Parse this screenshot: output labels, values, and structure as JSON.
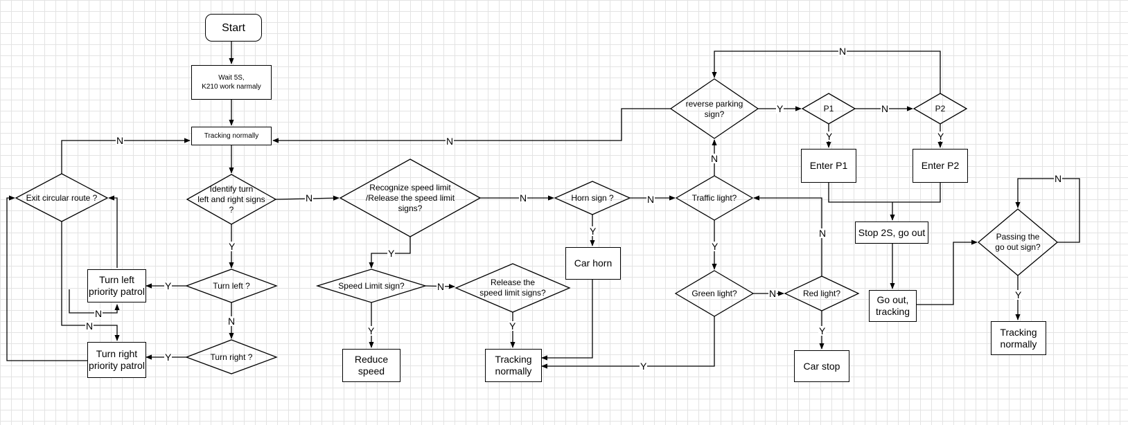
{
  "nodes": {
    "start": "Start",
    "wait": "Wait 5S,\nK210 work narmaly",
    "tracking_main": "Tracking normally",
    "identify_turn": "Identify turn\nleft and right signs\n?",
    "exit_circular": "Exit circular route ?",
    "turn_left_q": "Turn left ?",
    "turn_right_q": "Turn right ?",
    "turn_left_patrol": "Turn left\npriority patrol",
    "turn_right_patrol": "Turn right\npriority patrol",
    "recognize_speed": "Recognize speed limit\n/Release the speed limit\nsigns?",
    "speed_limit_q": "Speed Limit sign?",
    "release_speed_q": "Release the\nspeed limit signs?",
    "reduce_speed": "Reduce\nspeed",
    "tracking_center": "Tracking\nnormally",
    "horn_q": "Horn sign ?",
    "car_horn": "Car horn",
    "traffic_q": "Traffic light?",
    "green_q": "Green light?",
    "red_q": "Red light?",
    "car_stop": "Car stop",
    "reverse_q": "reverse parking\nsign?",
    "p1_q": "P1",
    "p2_q": "P2",
    "enter_p1": "Enter P1",
    "enter_p2": "Enter P2",
    "stop_go_out": "Stop 2S, go out",
    "go_out_tracking": "Go out,\ntracking",
    "passing_q": "Passing the\ngo out sign?",
    "tracking_final": "Tracking\nnormally"
  },
  "labels": {
    "yes": "Y",
    "no": "N"
  },
  "colors": {
    "stroke": "#000000",
    "grid": "#e3e3e3",
    "background": "#ffffff"
  }
}
